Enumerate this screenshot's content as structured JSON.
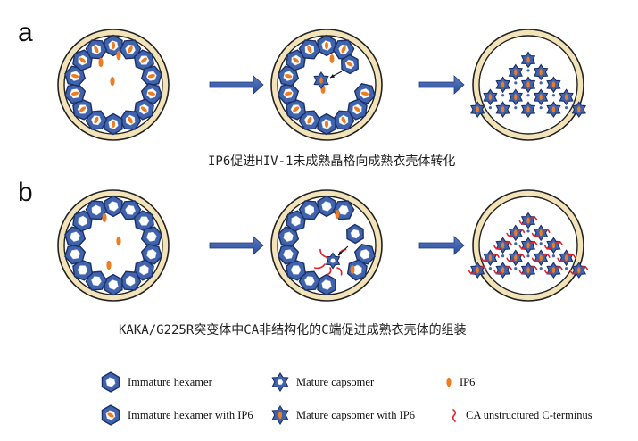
{
  "panels": [
    {
      "label": "a",
      "caption": "IP6促进HIV-1未成熟晶格向成熟衣壳体转化"
    },
    {
      "label": "b",
      "caption": "KAKA/G225R突变体中CA非结构化的C端促进成熟衣壳体的组装"
    }
  ],
  "legend": [
    {
      "key": "immature_hexamer",
      "label": "Immature hexamer"
    },
    {
      "key": "mature_capsomer",
      "label": "Mature capsomer"
    },
    {
      "key": "ip6",
      "label": "IP6"
    },
    {
      "key": "immature_hexamer_ip6",
      "label": "Immature hexamer with IP6"
    },
    {
      "key": "mature_capsomer_ip6",
      "label": "Mature capsomer with IP6"
    },
    {
      "key": "ca_cterm",
      "label": "CA unstructured C-terminus"
    }
  ],
  "colors": {
    "hexamer_fill": "#3f63ad",
    "hexamer_stroke": "#1c2f66",
    "ip6": "#ee7d22",
    "ring_outer": "#f2e3b8",
    "ring_stroke": "#222222",
    "cterm": "#e0242b",
    "arrow": "#2f52a1"
  }
}
